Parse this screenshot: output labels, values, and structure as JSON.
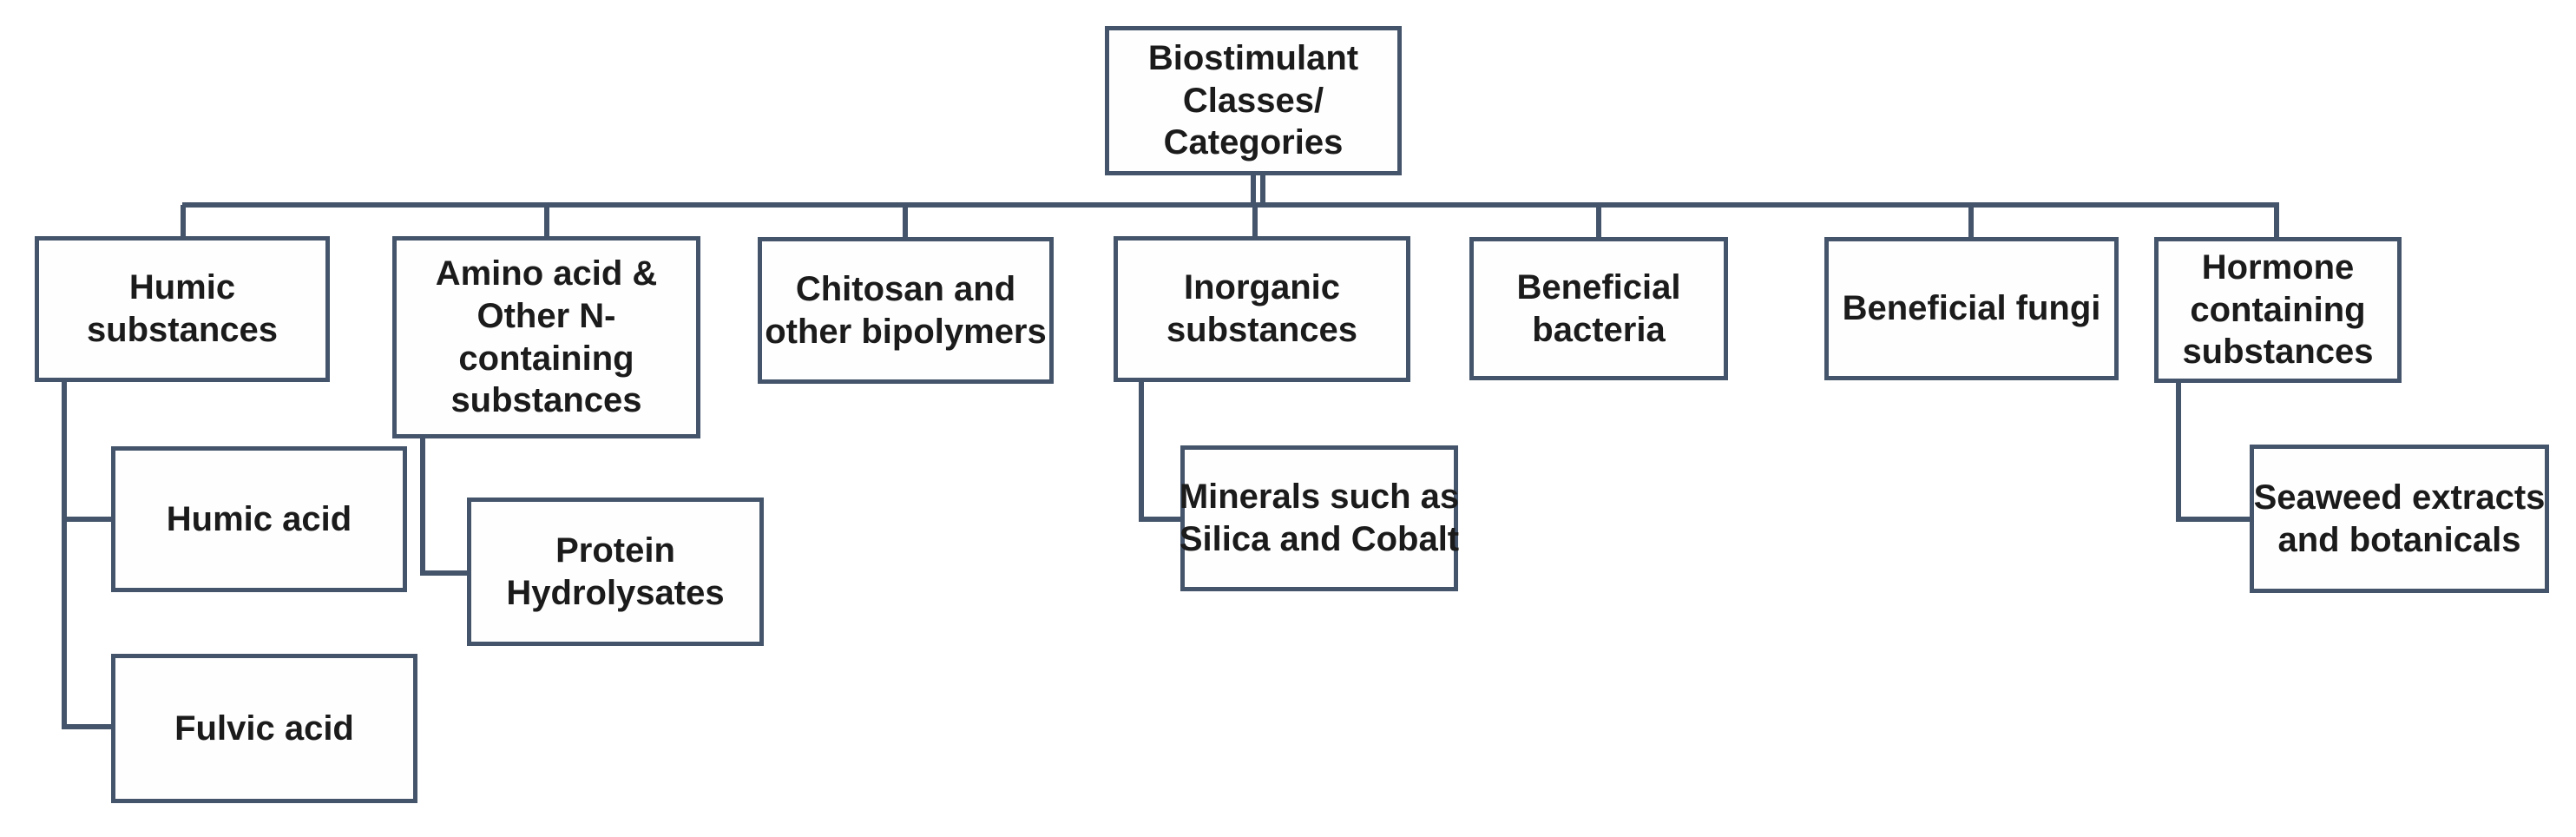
{
  "diagram": {
    "colors": {
      "border": "#44546A",
      "text": "#1b1b1b",
      "background": "#ffffff"
    },
    "root": {
      "label": "Biostimulant\nClasses/\nCategories"
    },
    "children": [
      {
        "label": "Humic\nsubstances",
        "children": [
          {
            "label": "Humic acid"
          },
          {
            "label": "Fulvic acid"
          }
        ]
      },
      {
        "label": "Amino acid &\nOther N-\ncontaining\nsubstances",
        "children": [
          {
            "label": "Protein\nHydrolysates"
          }
        ]
      },
      {
        "label": "Chitosan and\nother bipolymers",
        "children": []
      },
      {
        "label": "Inorganic\nsubstances",
        "children": [
          {
            "label": "Minerals such as\nSilica and Cobalt"
          }
        ]
      },
      {
        "label": "Beneficial\nbacteria",
        "children": []
      },
      {
        "label": "Beneficial fungi",
        "children": []
      },
      {
        "label": "Hormone\ncontaining\nsubstances",
        "children": [
          {
            "label": "Seaweed extracts\nand botanicals"
          }
        ]
      }
    ]
  }
}
